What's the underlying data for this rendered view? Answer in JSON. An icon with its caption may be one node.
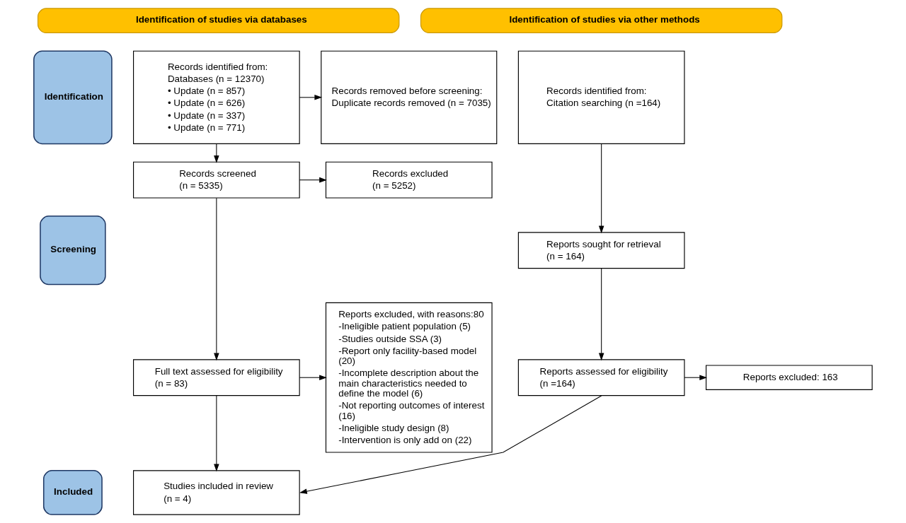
{
  "diagram": {
    "nodes": [
      {
        "text": [
          "Identification of studies via databases"
        ]
      },
      {
        "text": [
          "Identification of studies via other methods"
        ]
      },
      {
        "text": [
          "Identification"
        ]
      },
      {
        "text": [
          "Records identified from:",
          "Databases (n = 12370)",
          "• Update (n = 857)",
          "• Update (n = 626)",
          "• Update (n = 337)",
          "• Update (n = 771)"
        ]
      },
      {
        "text": [
          "Records removed before screening:",
          "Duplicate records removed (n = 7035)"
        ]
      },
      {
        "text": [
          "Records identified from:",
          "Citation searching (n =164)"
        ]
      },
      {
        "text": [
          "Screening"
        ]
      },
      {
        "text": [
          "Records screened",
          "(n = 5335)"
        ]
      },
      {
        "text": [
          "Records excluded",
          "(n = 5252)"
        ]
      },
      {
        "text": [
          "Reports sought for retrieval",
          "(n = 164)"
        ]
      },
      {
        "text": [
          "Full text assessed for eligibility",
          "(n = 83)"
        ]
      },
      {
        "text": [
          "Reports excluded, with reasons:80",
          "-Ineligible patient population (5)",
          "-Studies outside SSA (3)",
          "-Report only facility-based model (20)",
          "-Incomplete description about the main characteristics needed to define the model (6)",
          "-Not reporting outcomes of interest (16)",
          "-Ineligible study design (8)",
          "-Intervention is only add on (22)"
        ]
      },
      {
        "text": [
          "Reports assessed for eligibility",
          "(n =164)"
        ]
      },
      {
        "text": [
          "Reports excluded: 163"
        ]
      },
      {
        "text": [
          "Included"
        ]
      },
      {
        "text": [
          "Studies included in review",
          "(n = 4)"
        ]
      }
    ],
    "edges": [
      {
        "from": 3,
        "to": 4,
        "arrow": "to"
      },
      {
        "from": 3,
        "to": 7,
        "arrow": "to"
      },
      {
        "from": 5,
        "to": 9,
        "arrow": "to"
      },
      {
        "from": 7,
        "to": 8,
        "arrow": "to"
      },
      {
        "from": 7,
        "to": 10,
        "arrow": "to"
      },
      {
        "from": 9,
        "to": 12,
        "arrow": "to"
      },
      {
        "from": 10,
        "to": 11,
        "arrow": "to"
      },
      {
        "from": 12,
        "to": 13,
        "arrow": "to"
      },
      {
        "from": 10,
        "to": 15,
        "arrow": "to"
      },
      {
        "from": 12,
        "to": 15,
        "arrow": "to"
      }
    ]
  }
}
